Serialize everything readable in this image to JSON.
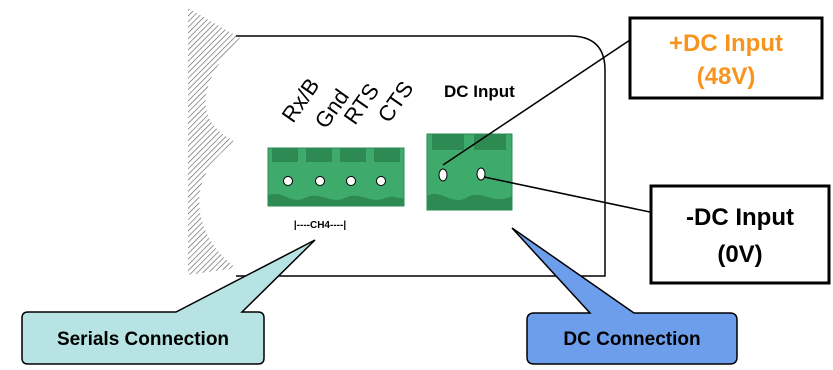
{
  "serial_port": {
    "pin_labels": [
      "Rx/B",
      "Gnd",
      "RTS",
      "CTS"
    ],
    "channel_label": "|----CH4----|"
  },
  "dc_port": {
    "label": "DC Input"
  },
  "callouts": {
    "dc_positive": {
      "line1": "+DC Input",
      "line2": "(48V)",
      "color": "#f7941d"
    },
    "dc_negative": {
      "line1": "-DC Input",
      "line2": "(0V)",
      "color": "#000000"
    },
    "serials_connection": {
      "text": "Serials Connection",
      "color": "#b7e3e4"
    },
    "dc_connection": {
      "text": "DC Connection",
      "color": "#6d9eeb"
    }
  },
  "colors": {
    "terminal_green": "#3eaa6b",
    "terminal_dark": "#2d8a52",
    "hatch": "#555555",
    "outline": "#000000"
  }
}
